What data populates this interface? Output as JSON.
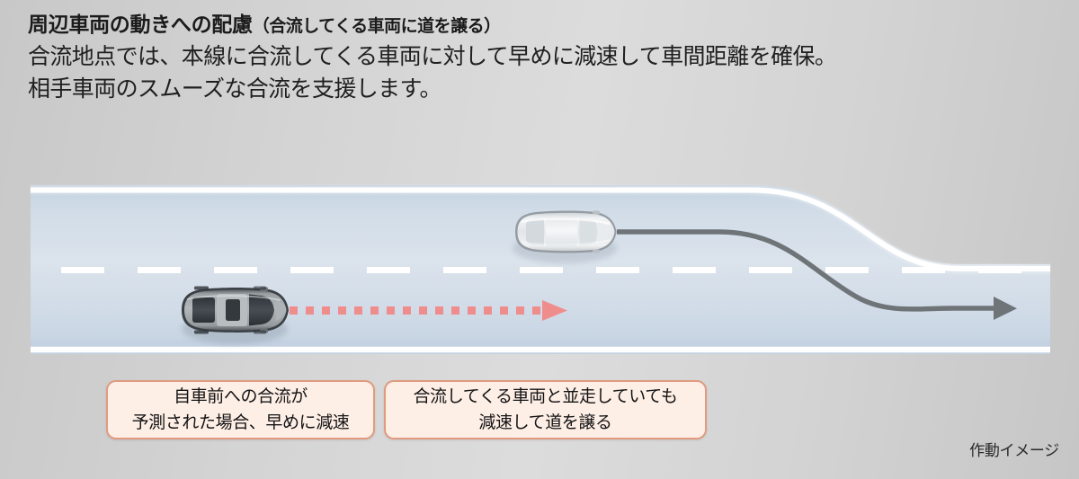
{
  "header": {
    "title_main": "周辺車両の動きへの配慮",
    "title_paren": "（合流してくる車両に道を譲る）",
    "body_line_1": "合流地点では、本線に合流してくる車両に対して早めに減速して車間距離を確保。",
    "body_line_2": "相手車両のスムーズな合流を支援します。"
  },
  "callouts": [
    {
      "id": "ego-decel",
      "line_1": "自車前への合流が",
      "line_2": "予測された場合、早めに減速"
    },
    {
      "id": "yield-way",
      "line_1": "合流してくる車両と並走していても",
      "line_2": "減速して道を譲る"
    }
  ],
  "footnote": "作動イメージ",
  "illustration": {
    "scene_name": "highway-merge-diagram",
    "ego_vehicle": {
      "name": "ego-vehicle-dark",
      "body_color": "#9fa3a6",
      "trim_color": "#4a4f54"
    },
    "merging_vehicle": {
      "name": "merging-vehicle-white",
      "body_color": "#e8eaec",
      "trim_color": "#cdd2d6"
    },
    "ego_path": {
      "name": "ego-path-arrow",
      "style": "dashed",
      "color": "#ef8d8d"
    },
    "merge_path": {
      "name": "merge-path-arrow",
      "style": "solid",
      "color": "#6f7478"
    },
    "road": {
      "surface_color": "#ccd8e4",
      "lane_marking_color": "#ffffff"
    }
  }
}
